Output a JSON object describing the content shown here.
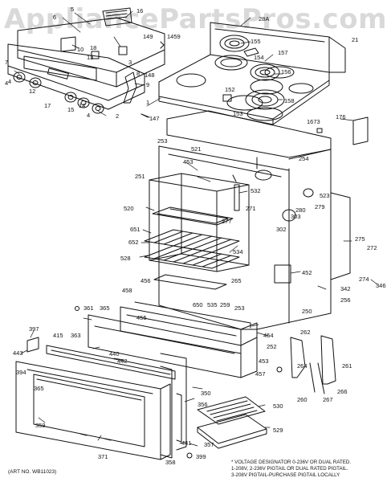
{
  "watermark": "AppliancePartsPros.com",
  "art_number": "(ART NO. WB11023)",
  "voltage_note": {
    "line1": "* VOLTAGE DESIGNATOR 0-236V OR DUAL RATED.",
    "line2": "1-208V, 2-236V PIGTAIL OR DUAL RATED PIGTAIL.",
    "line3": "3-208V PIGTAIL-PURCHASE PIGTAIL LOCALLY"
  },
  "callouts": [
    "5",
    "6",
    "16",
    "28A",
    "1459",
    "149",
    "10",
    "18",
    "13",
    "157",
    "155",
    "3",
    "154",
    "156",
    "21",
    "7",
    "4",
    "8",
    "4",
    "12",
    "17",
    "15",
    "14",
    "4",
    "2",
    "148",
    "9",
    "152",
    "153",
    "158",
    "1",
    "147",
    "1673",
    "176",
    "253",
    "521",
    "453",
    "254",
    "251",
    "532",
    "520",
    "271",
    "523",
    "279",
    "303",
    "651",
    "652",
    "302",
    "280",
    "277",
    "534",
    "528",
    "275",
    "272",
    "274",
    "346",
    "452",
    "456",
    "265",
    "458",
    "342",
    "256",
    "361",
    "365",
    "650",
    "535",
    "259",
    "253",
    "250",
    "397",
    "455",
    "262",
    "363",
    "440",
    "454",
    "415",
    "442",
    "252",
    "443",
    "394",
    "457",
    "453",
    "264",
    "261",
    "365",
    "356",
    "350",
    "266",
    "260",
    "267",
    "359",
    "530",
    "529",
    "441",
    "357",
    "371",
    "358",
    "399"
  ]
}
